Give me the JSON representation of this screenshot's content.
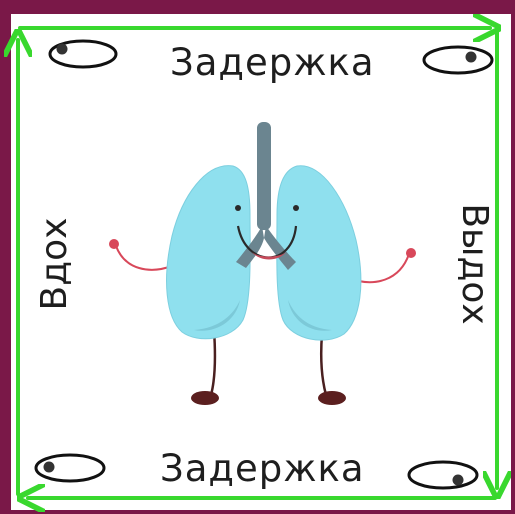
{
  "labels": {
    "top": "Задержка",
    "bottom": "Задержка",
    "left": "Вдох",
    "right": "Выдох"
  },
  "colors": {
    "frame": "#8c1d4f",
    "border_arrows": "#39d82e",
    "lungs": "#8fe0ee",
    "trachea": "#6b8590",
    "face": "#2a2a2a",
    "hands": "#d8485a",
    "shoes": "#5b1f1f"
  },
  "icons": [
    "eye-icon",
    "eye-icon",
    "eye-icon",
    "eye-icon",
    "lungs-character",
    "cycle-arrow"
  ]
}
